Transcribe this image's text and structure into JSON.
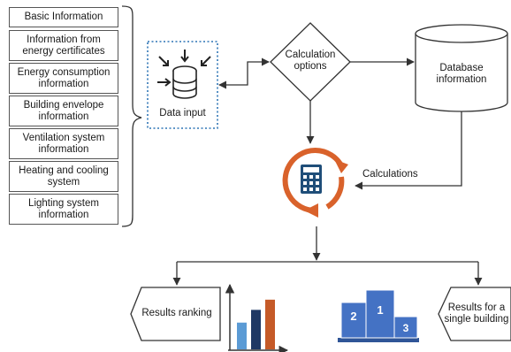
{
  "input_categories": [
    "Basic Information",
    "Information from\nenergy certificates",
    "Energy consumption\ninformation",
    "Building envelope\ninformation",
    "Ventilation system\ninformation",
    "Heating and cooling\nsystem",
    "Lighting system\ninformation"
  ],
  "data_input_label": "Data input",
  "calculation_options_label": "Calculation\noptions",
  "database_label": "Database\ninformation",
  "calculations_label": "Calculations",
  "results_ranking_label": "Results ranking",
  "results_single_label": "Results for a\nsingle building",
  "podium_places": [
    "2",
    "1",
    "3"
  ],
  "ranking_chart": {
    "bars": [
      {
        "value": 0.42,
        "color": "#5b9bd5"
      },
      {
        "value": 0.62,
        "color": "#1f3864"
      },
      {
        "value": 0.78,
        "color": "#c55a28"
      }
    ]
  },
  "colors": {
    "line": "#333333",
    "dotted_border": "#2e75b6",
    "cycle_orange": "#d9622b",
    "calculator_blue": "#1f4e79",
    "podium_blue": "#4472c4"
  }
}
